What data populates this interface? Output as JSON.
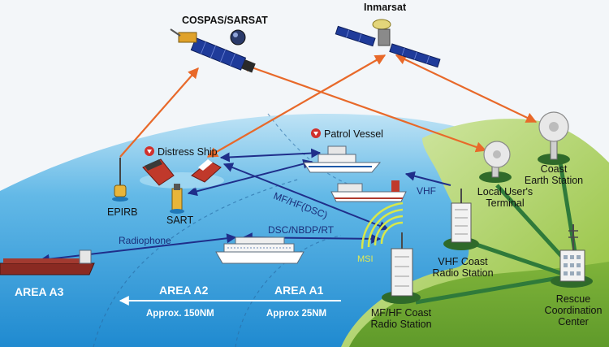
{
  "satellites": {
    "cospas": "COSPAS/SARSAT",
    "inmarsat": "Inmarsat"
  },
  "vessels": {
    "distress_ship": "Distress Ship",
    "patrol_vessel": "Patrol Vessel"
  },
  "devices": {
    "epirb": "EPIRB",
    "sart": "SART"
  },
  "links": {
    "mf_hf_dsc": "MF/HF(DSC)",
    "dsc_nbdp_rt": "DSC/NBDP/RT",
    "radiophone": "Radiophone",
    "vhf": "VHF",
    "msi": "MSI"
  },
  "stations": {
    "coast_earth": [
      "Coast",
      "Earth Station"
    ],
    "local_user": [
      "Local User's",
      "Terminal"
    ],
    "vhf_coast": [
      "VHF Coast",
      "Radio Station"
    ],
    "mf_hf_coast": [
      "MF/HF Coast",
      "Radio Station"
    ],
    "rescue": [
      "Rescue",
      "Coordination",
      "Center"
    ]
  },
  "areas": {
    "a3": "AREA A3",
    "a2": "AREA A2",
    "a1": "AREA A1",
    "dist_a2": "Approx. 150NM",
    "dist_a1": "Approx 25NM"
  },
  "colors": {
    "sea": "#5ab6e6",
    "land": "#9cc63e",
    "sky": "#f2f5f8",
    "satellite_link": "#e8692a",
    "radio_link": "#1f2e8a",
    "station_link": "#2f7a3a"
  }
}
